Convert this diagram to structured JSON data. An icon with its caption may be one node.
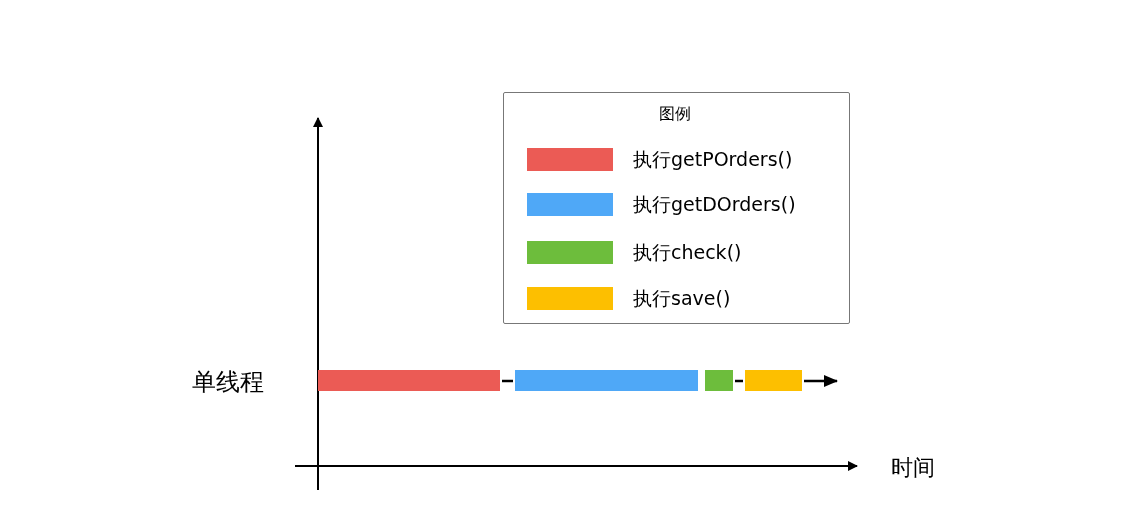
{
  "diagram": {
    "nodes": [
      {
        "text": [],
        "shape": "bar"
      },
      {
        "text": [],
        "shape": "bar"
      },
      {
        "text": [],
        "shape": "bar"
      },
      {
        "text": [],
        "shape": "bar"
      }
    ],
    "edges": [
      {
        "from": 0,
        "to": 1,
        "arrow": "none"
      },
      {
        "from": 2,
        "to": 3,
        "arrow": "none"
      },
      {
        "from": 3,
        "to": null,
        "arrow": "to"
      }
    ],
    "labels": [
      "图例",
      "单线程",
      "时间"
    ],
    "legend": [
      {
        "text": "执行getPOrders()",
        "color": "#eb5b55"
      },
      {
        "text": "执行getDOrders()",
        "color": "#4fa8f7"
      },
      {
        "text": "执行check()",
        "color": "#6dbd3c"
      },
      {
        "text": "执行save()",
        "color": "#fdbf00"
      }
    ]
  }
}
